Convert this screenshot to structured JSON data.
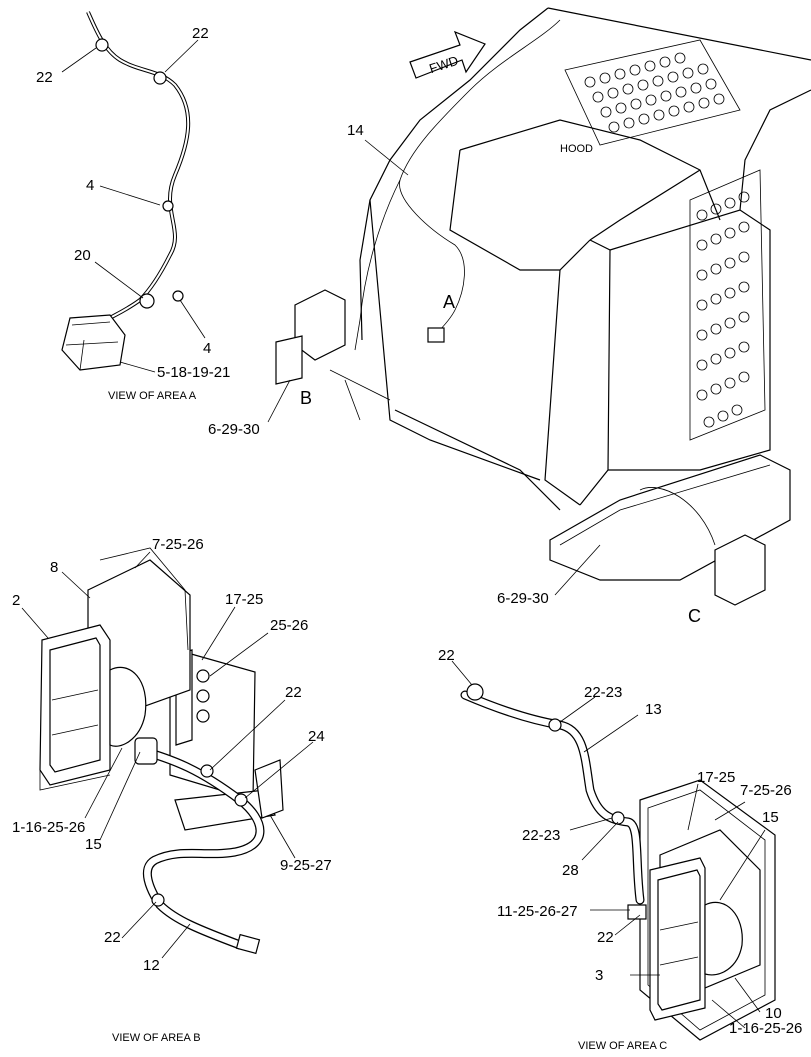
{
  "diagram": {
    "arrow_label": "FWD",
    "hood_label": "HOOD",
    "view_letters": {
      "a": "A",
      "b": "B",
      "c": "C"
    },
    "captions": {
      "area_a": "VIEW OF AREA A",
      "area_b": "VIEW OF AREA B",
      "area_c": "VIEW OF AREA C"
    },
    "callouts": {
      "a_22_top": "22",
      "a_22_left": "22",
      "a_4_upper": "4",
      "a_20": "20",
      "a_4_lower": "4",
      "a_5_18_19_21": "5-18-19-21",
      "main_14": "14",
      "main_6_29_30_left": "6-29-30",
      "main_6_29_30_bottom": "6-29-30",
      "b_7_25_26": "7-25-26",
      "b_8": "8",
      "b_2": "2",
      "b_17_25": "17-25",
      "b_25_26": "25-26",
      "b_22_mid": "22",
      "b_24": "24",
      "b_1_16_25_26": "1-16-25-26",
      "b_15": "15",
      "b_9_25_27": "9-25-27",
      "b_22_low": "22",
      "b_12": "12",
      "c_22_top": "22",
      "c_22_23_top": "22-23",
      "c_13": "13",
      "c_17_25": "17-25",
      "c_7_25_26": "7-25-26",
      "c_22_23_mid": "22-23",
      "c_15": "15",
      "c_28": "28",
      "c_11_25_26_27": "11-25-26-27",
      "c_22_low": "22",
      "c_3": "3",
      "c_10": "10",
      "c_1_16_25_26": "1-16-25-26"
    }
  }
}
